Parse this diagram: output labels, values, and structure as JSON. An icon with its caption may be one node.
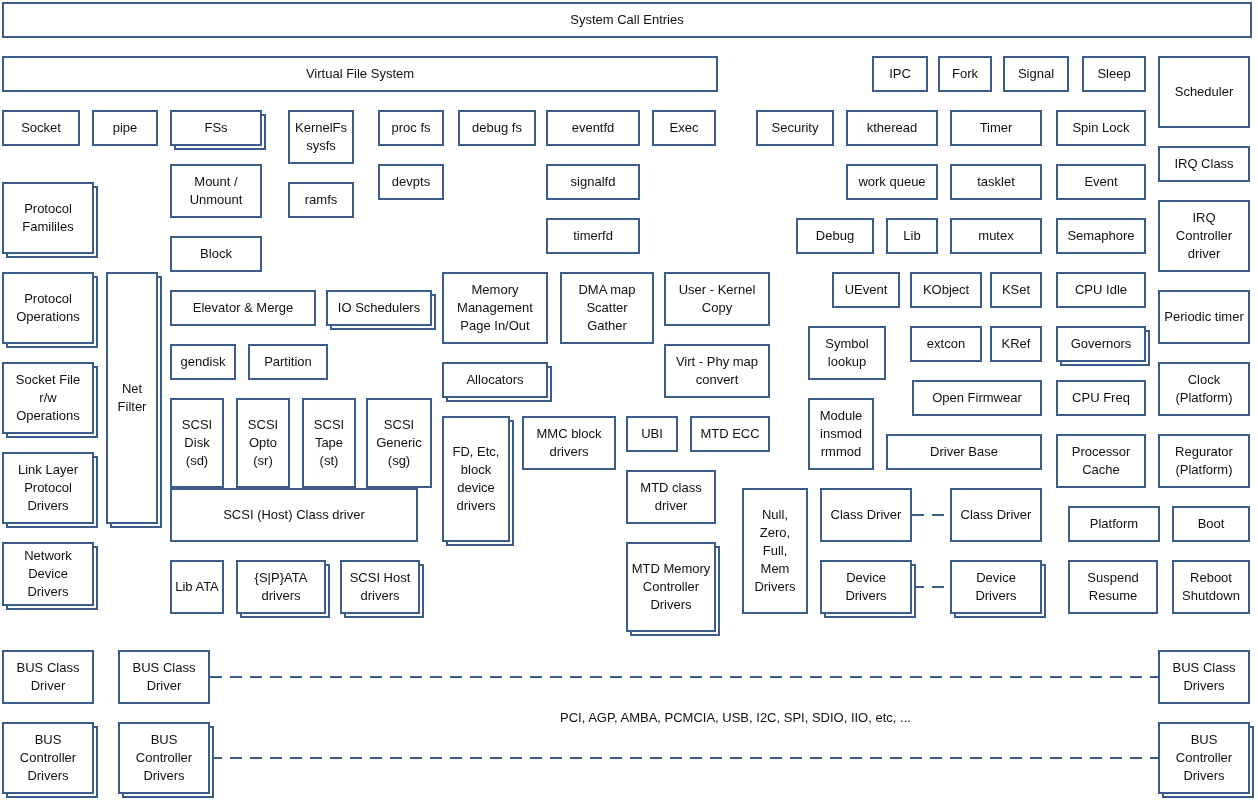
{
  "diagram": {
    "nodes": [
      {
        "text": [
          "System Call Entries"
        ]
      },
      {
        "text": [
          "Virtual File System"
        ]
      },
      {
        "text": [
          "IPC"
        ]
      },
      {
        "text": [
          "Fork"
        ]
      },
      {
        "text": [
          "Signal"
        ]
      },
      {
        "text": [
          "Sleep"
        ]
      },
      {
        "text": [
          "Scheduler"
        ]
      },
      {
        "text": [
          "Socket"
        ]
      },
      {
        "text": [
          "pipe"
        ]
      },
      {
        "text": [
          "FSs"
        ]
      },
      {
        "text": [
          "KernelFs sysfs"
        ]
      },
      {
        "text": [
          "proc fs"
        ]
      },
      {
        "text": [
          "debug fs"
        ]
      },
      {
        "text": [
          "eventfd"
        ]
      },
      {
        "text": [
          "Exec"
        ]
      },
      {
        "text": [
          "Security"
        ]
      },
      {
        "text": [
          "ktheread"
        ]
      },
      {
        "text": [
          "Timer"
        ]
      },
      {
        "text": [
          "Spin Lock"
        ]
      },
      {
        "text": [
          "IRQ Class"
        ]
      },
      {
        "text": [
          "Mount / Unmount"
        ]
      },
      {
        "text": [
          "devpts"
        ]
      },
      {
        "text": [
          "signalfd"
        ]
      },
      {
        "text": [
          "work queue"
        ]
      },
      {
        "text": [
          "tasklet"
        ]
      },
      {
        "text": [
          "Event"
        ]
      },
      {
        "text": [
          "Protocol Famililes"
        ]
      },
      {
        "text": [
          "ramfs"
        ]
      },
      {
        "text": [
          "IRQ Controller driver"
        ]
      },
      {
        "text": [
          "timerfd"
        ]
      },
      {
        "text": [
          "Debug"
        ]
      },
      {
        "text": [
          "Lib"
        ]
      },
      {
        "text": [
          "mutex"
        ]
      },
      {
        "text": [
          "Semaphore"
        ]
      },
      {
        "text": [
          "Block"
        ]
      },
      {
        "text": [
          "Protocol Operations"
        ]
      },
      {
        "text": [
          "Net Filter"
        ]
      },
      {
        "text": [
          "Memory Management Page In/Out"
        ]
      },
      {
        "text": [
          "DMA map Scatter Gather"
        ]
      },
      {
        "text": [
          "User - Kernel Copy"
        ]
      },
      {
        "text": [
          "UEvent"
        ]
      },
      {
        "text": [
          "KObject"
        ]
      },
      {
        "text": [
          "KSet"
        ]
      },
      {
        "text": [
          "CPU Idle"
        ]
      },
      {
        "text": [
          "Elevator & Merge"
        ]
      },
      {
        "text": [
          "IO Schedulers"
        ]
      },
      {
        "text": [
          "Periodic timer"
        ]
      },
      {
        "text": [
          "Symbol lookup"
        ]
      },
      {
        "text": [
          "extcon"
        ]
      },
      {
        "text": [
          "KRef"
        ]
      },
      {
        "text": [
          "Governors"
        ]
      },
      {
        "text": [
          "gendisk"
        ]
      },
      {
        "text": [
          "Partition"
        ]
      },
      {
        "text": [
          "Virt - Phy map convert"
        ]
      },
      {
        "text": [
          "Socket File r/w Operations"
        ]
      },
      {
        "text": [
          "Allocators"
        ]
      },
      {
        "text": [
          "Clock (Platform)"
        ]
      },
      {
        "text": [
          "Open Firmwear"
        ]
      },
      {
        "text": [
          "CPU Freq"
        ]
      },
      {
        "text": [
          "SCSI Disk (sd)"
        ]
      },
      {
        "text": [
          "SCSI Opto (sr)"
        ]
      },
      {
        "text": [
          "SCSI Tape (st)"
        ]
      },
      {
        "text": [
          "SCSI Generic (sg)"
        ]
      },
      {
        "text": [
          "Module insmod rmmod"
        ]
      },
      {
        "text": [
          "FD, Etc, block device drivers"
        ]
      },
      {
        "text": [
          "MMC block drivers"
        ]
      },
      {
        "text": [
          "UBI"
        ]
      },
      {
        "text": [
          "MTD ECC"
        ]
      },
      {
        "text": [
          "Driver Base"
        ]
      },
      {
        "text": [
          "Processor Cache"
        ]
      },
      {
        "text": [
          "Regurator (Platform)"
        ]
      },
      {
        "text": [
          "Link Layer Protocol Drivers"
        ]
      },
      {
        "text": [
          "MTD class driver"
        ]
      },
      {
        "text": [
          "Null, Zero, Full, Mem Drivers"
        ]
      },
      {
        "text": [
          "SCSI (Host) Class driver"
        ]
      },
      {
        "text": [
          "Class Driver"
        ]
      },
      {
        "text": [
          "Class Driver"
        ]
      },
      {
        "text": [
          "Platform"
        ]
      },
      {
        "text": [
          "Boot"
        ]
      },
      {
        "text": [
          "Network Device Drivers"
        ]
      },
      {
        "text": [
          "MTD Memory Controller Drivers"
        ]
      },
      {
        "text": [
          "Lib ATA"
        ]
      },
      {
        "text": [
          "{S|P}ATA drivers"
        ]
      },
      {
        "text": [
          "SCSI Host drivers"
        ]
      },
      {
        "text": [
          "Device Drivers"
        ]
      },
      {
        "text": [
          "Device Drivers"
        ]
      },
      {
        "text": [
          "Suspend Resume"
        ]
      },
      {
        "text": [
          "Reboot Shutdown"
        ]
      },
      {
        "text": [
          "BUS Class Driver"
        ]
      },
      {
        "text": [
          "BUS Class Driver"
        ]
      },
      {
        "text": [
          "BUS Class Drivers"
        ]
      },
      {
        "text": [
          "BUS Controller Drivers"
        ]
      },
      {
        "text": [
          "BUS Controller Drivers"
        ]
      },
      {
        "text": [
          "BUS Controller Drivers"
        ]
      }
    ],
    "edges": [
      {
        "from": 75,
        "to": 76,
        "arrow": "none",
        "style": "dashed"
      },
      {
        "from": 84,
        "to": 85,
        "arrow": "none",
        "style": "dashed"
      },
      {
        "from": 89,
        "to": 90,
        "arrow": "none",
        "style": "dashed"
      },
      {
        "from": 92,
        "to": 93,
        "arrow": "none",
        "style": "dashed"
      }
    ],
    "labels": [
      "PCI, AGP, AMBA, PCMCIA, USB, I2C, SPI, SDIO, IIO, etc, ..."
    ]
  }
}
